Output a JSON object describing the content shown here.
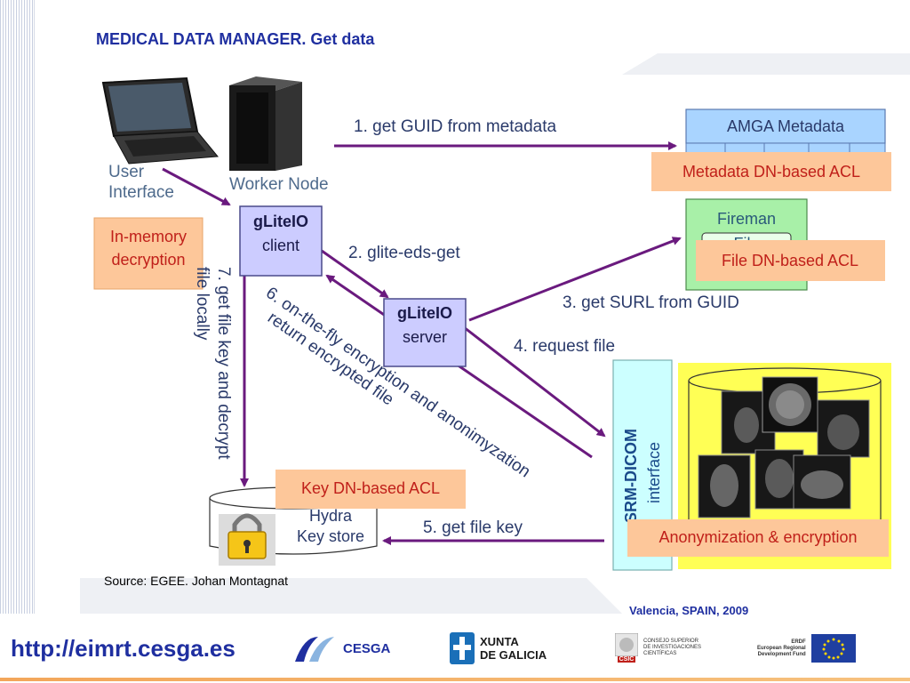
{
  "slide": {
    "title": "MEDICAL DATA MANAGER. Get data",
    "source": "Source: EGEE. Johan Montagnat",
    "location": "Valencia, SPAIN, 2009",
    "url": "http://eimrt.cesga.es"
  },
  "diagram": {
    "user_interface": [
      "User",
      "Interface"
    ],
    "worker_node": "Worker Node",
    "glite_client": [
      "gLiteIO",
      "client"
    ],
    "glite_server": [
      "gLiteIO",
      "server"
    ],
    "in_memory": [
      "In-memory",
      "decryption"
    ],
    "amga": "AMGA Metadata",
    "metadata_acl": "Metadata DN-based ACL",
    "fireman": [
      "Fireman",
      "File"
    ],
    "file_acl": "File DN-based ACL",
    "srm_dicom": [
      "SRM-DICOM",
      "interface"
    ],
    "anonymization": "Anonymization & encryption",
    "key_acl": "Key DN-based ACL",
    "hydra": [
      "Hydra",
      "Key store"
    ],
    "step1": "1. get GUID from metadata",
    "step2": "2. glite-eds-get",
    "step3": "3. get SURL from GUID",
    "step4": "4. request file",
    "step5": "5. get file key",
    "step6": [
      "6. on-the-fly encryption and anonimyzation",
      "return encrypted file"
    ],
    "step7": [
      "7. get file key and decrypt",
      "file locally"
    ]
  },
  "logos": {
    "cesga": "CESGA",
    "xunta": [
      "XUNTA",
      "DE GALICIA"
    ],
    "csic": [
      "CONSEJO SUPERIOR",
      "DE INVESTIGACIONES",
      "CIENTÍFICAS"
    ],
    "csic_abbr": "CSIC",
    "erdf": [
      "ERDF",
      "European Regional",
      "Development Fund"
    ]
  },
  "colors": {
    "title": "#1f2fa0",
    "arrow": "#6a1a7e",
    "acl_box": "#fdc79a",
    "glite_box": "#ccccff",
    "amga_box": "#a9d4ff",
    "fireman_box": "#a8f0a8",
    "srm_box": "#ccffff",
    "images_panel": "#ffff55"
  }
}
